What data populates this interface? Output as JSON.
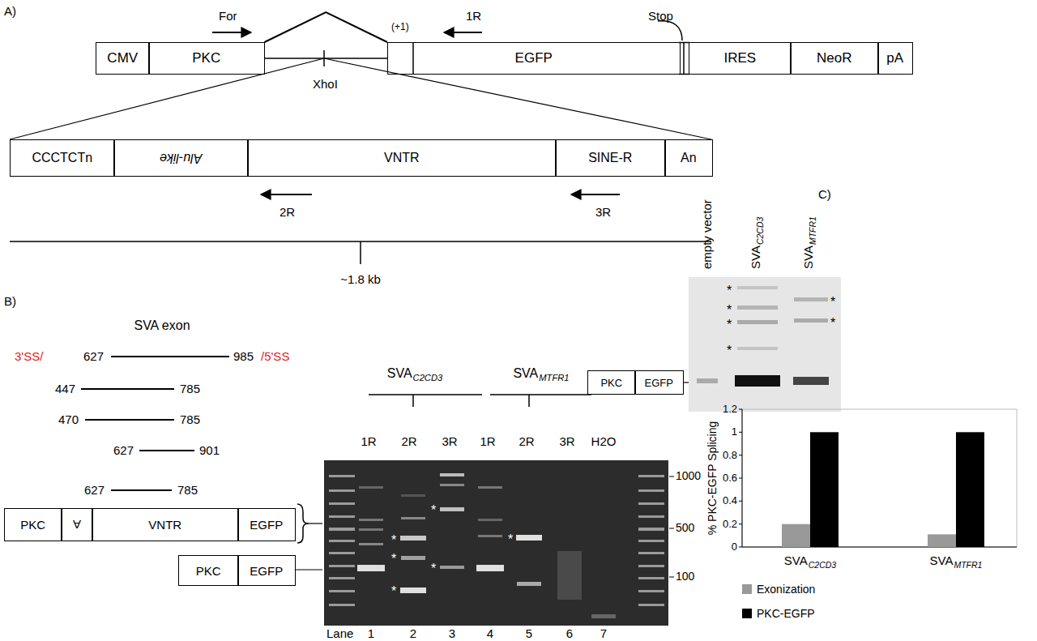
{
  "diagram": {
    "nodes": [
      {
        "text": [
          "CMV"
        ]
      },
      {
        "text": [
          "PKC"
        ]
      },
      {
        "text": [
          "EGFP"
        ]
      },
      {
        "text": [
          "IRES"
        ]
      },
      {
        "text": [
          "NeoR"
        ]
      },
      {
        "text": [
          "pA"
        ]
      },
      {
        "text": [
          "CCCTCTn"
        ]
      },
      {
        "text": [
          "Alu-like"
        ]
      },
      {
        "text": [
          "VNTR"
        ]
      },
      {
        "text": [
          "SINE-R"
        ]
      },
      {
        "text": [
          "An"
        ]
      },
      {
        "text": [
          "PKC"
        ]
      },
      {
        "text": [
          "A"
        ]
      },
      {
        "text": [
          "VNTR"
        ]
      },
      {
        "text": [
          "EGFP"
        ]
      },
      {
        "text": [
          "PKC"
        ]
      },
      {
        "text": [
          "EGFP"
        ]
      },
      {
        "text": [
          "PKC"
        ]
      },
      {
        "text": [
          "EGFP"
        ]
      }
    ],
    "edges": [
      {
        "from": 1,
        "to": 2,
        "arrow": "none"
      },
      {
        "from": 1,
        "to": 2,
        "arrow": "none"
      }
    ],
    "labels": [
      "A)",
      "For",
      "(+1)",
      "1R",
      "Stop",
      "XhoI",
      "2R",
      "3R",
      "~1.8 kb",
      "B)",
      "SVA exon",
      "3'SS/",
      "627",
      "985",
      "/5'SS",
      "447",
      "785",
      "470",
      "785",
      "627",
      "901",
      "627",
      "785",
      "SVA",
      "C2CD3",
      "SVA",
      "MTFR1",
      "1R",
      "2R",
      "3R",
      "1R",
      "2R",
      "3R",
      "H2O",
      "1000",
      "500",
      "100",
      "Lane",
      "1",
      "2",
      "3",
      "4",
      "5",
      "6",
      "7",
      "*",
      "*",
      "*",
      "*",
      "*",
      "*",
      "C)",
      "empty vector",
      "SVA",
      "C2CD3",
      "SVA",
      "MTFR1",
      "*",
      "*",
      "*",
      "*",
      "*",
      "*",
      "1.2",
      "1",
      "0.8",
      "0.6",
      "0.4",
      "0.2",
      "0",
      "% PKC-EGFP Splicing",
      "SVA",
      "C2CD3",
      "SVA",
      "MTFR1"
    ],
    "legend": [
      {
        "text": "Exonization",
        "color": "#999999"
      },
      {
        "text": "PKC-EGFP",
        "color": "#000000"
      }
    ]
  }
}
